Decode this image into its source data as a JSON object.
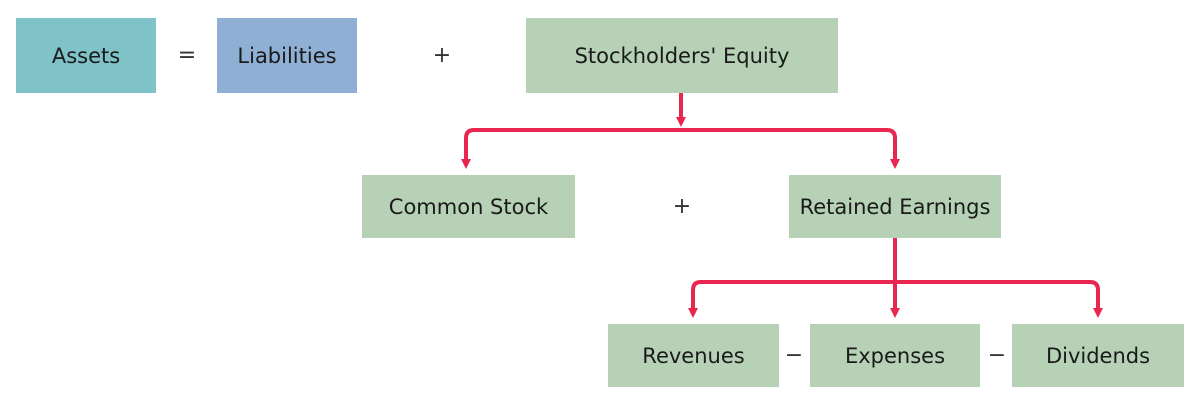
{
  "colors": {
    "assets": "#7fc3c8",
    "liabilities": "#8fb0d4",
    "equity": "#b6d1b6",
    "arrow": "#e8264f"
  },
  "row1": {
    "assets": "Assets",
    "op_equals": "=",
    "liabilities": "Liabilities",
    "op_plus": "+",
    "equity": "Stockholders' Equity"
  },
  "row2": {
    "common_stock": "Common Stock",
    "op_plus": "+",
    "retained_earnings": "Retained Earnings"
  },
  "row3": {
    "revenues": "Revenues",
    "op_minus_1": "−",
    "expenses": "Expenses",
    "op_minus_2": "−",
    "dividends": "Dividends"
  }
}
